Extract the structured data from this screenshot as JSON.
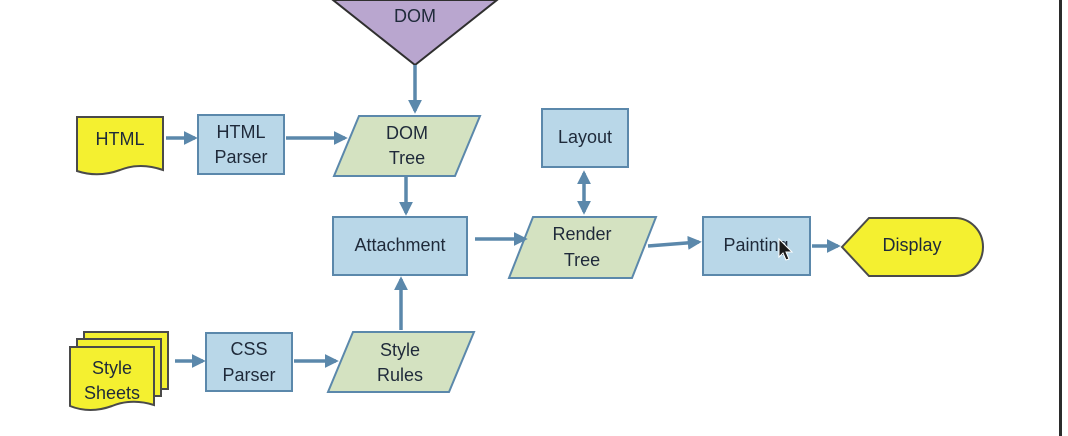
{
  "nodes": {
    "dom": "DOM",
    "html": "HTML",
    "html_parser": [
      "HTML",
      "Parser"
    ],
    "dom_tree": [
      "DOM",
      "Tree"
    ],
    "layout": "Layout",
    "attachment": "Attachment",
    "render_tree": [
      "Render",
      "Tree"
    ],
    "painting": "Painting",
    "display": "Display",
    "style_sheets": [
      "Style",
      "Sheets"
    ],
    "css_parser": [
      "CSS",
      "Parser"
    ],
    "style_rules": [
      "Style",
      "Rules"
    ]
  },
  "colors": {
    "process_fill": "#b9d7e8",
    "data_fill": "#d4e2c1",
    "document_fill": "#f4f030",
    "dom_fill": "#b9a6cf",
    "arrow": "#5b88ab"
  }
}
